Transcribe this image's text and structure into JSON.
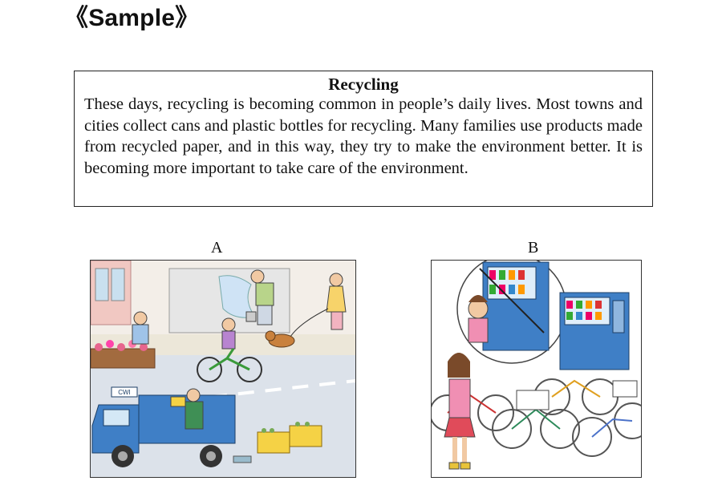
{
  "heading": "《Sample》",
  "passage": {
    "title": "Recycling",
    "body": "These days, recycling is becoming common in people’s daily lives. Most towns and cities collect cans and plastic bottles for recycling. Many families use products made from recycled paper, and in this way, they try to make the environment better. It is becoming more important to take care of the environment."
  },
  "illustrations": [
    {
      "label": "A",
      "truck_sign": "CWI"
    },
    {
      "label": "B"
    }
  ]
}
